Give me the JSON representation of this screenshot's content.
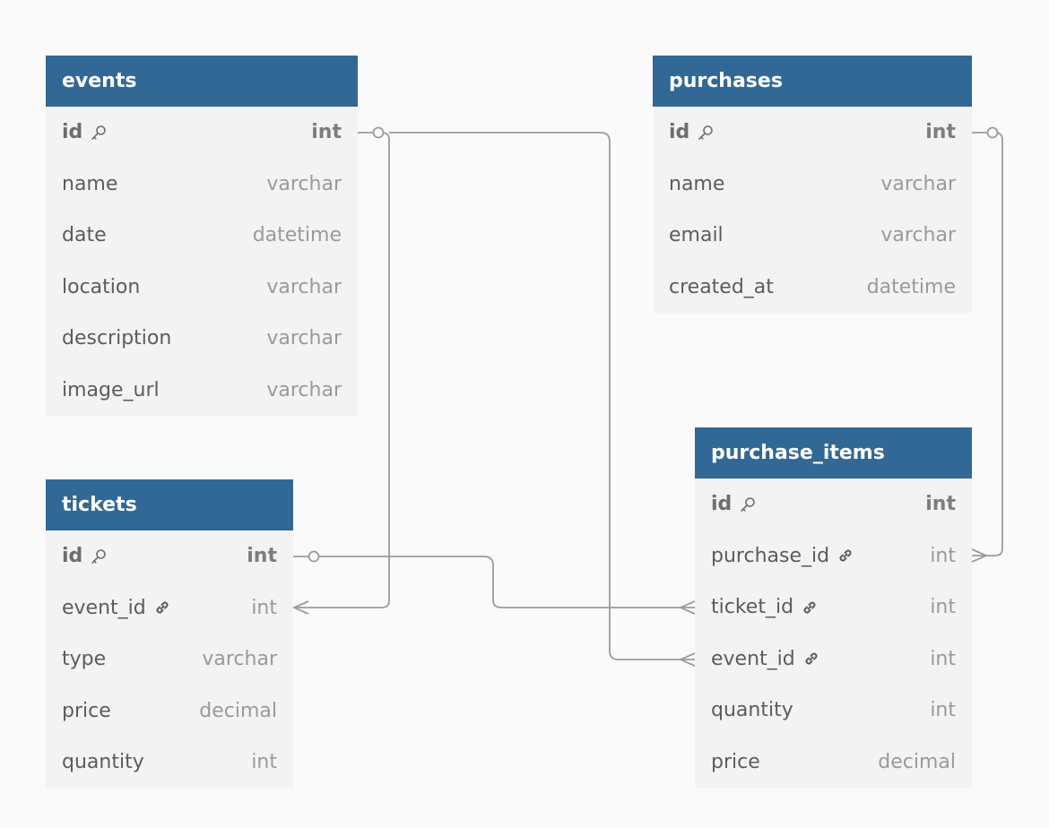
{
  "colors": {
    "background": "#fafafb",
    "header": "#326895",
    "header_text": "#ffffff",
    "body": "#f3f3f4",
    "connector": "#9a9aa2"
  },
  "tables": {
    "events": {
      "title": "events",
      "rows": [
        {
          "name": "id",
          "type": "int",
          "icon": "key-icon"
        },
        {
          "name": "name",
          "type": "varchar"
        },
        {
          "name": "date",
          "type": "datetime"
        },
        {
          "name": "location",
          "type": "varchar"
        },
        {
          "name": "description",
          "type": "varchar"
        },
        {
          "name": "image_url",
          "type": "varchar"
        }
      ]
    },
    "purchases": {
      "title": "purchases",
      "rows": [
        {
          "name": "id",
          "type": "int",
          "icon": "key-icon"
        },
        {
          "name": "name",
          "type": "varchar"
        },
        {
          "name": "email",
          "type": "varchar"
        },
        {
          "name": "created_at",
          "type": "datetime"
        }
      ]
    },
    "tickets": {
      "title": "tickets",
      "rows": [
        {
          "name": "id",
          "type": "int",
          "icon": "key-icon"
        },
        {
          "name": "event_id",
          "type": "int",
          "icon": "link-icon"
        },
        {
          "name": "type",
          "type": "varchar"
        },
        {
          "name": "price",
          "type": "decimal"
        },
        {
          "name": "quantity",
          "type": "int"
        }
      ]
    },
    "purchase_items": {
      "title": "purchase_items",
      "rows": [
        {
          "name": "id",
          "type": "int",
          "icon": "key-icon"
        },
        {
          "name": "purchase_id",
          "type": "int",
          "icon": "link-icon"
        },
        {
          "name": "ticket_id",
          "type": "int",
          "icon": "link-icon"
        },
        {
          "name": "event_id",
          "type": "int",
          "icon": "link-icon"
        },
        {
          "name": "quantity",
          "type": "int"
        },
        {
          "name": "price",
          "type": "decimal"
        }
      ]
    }
  }
}
